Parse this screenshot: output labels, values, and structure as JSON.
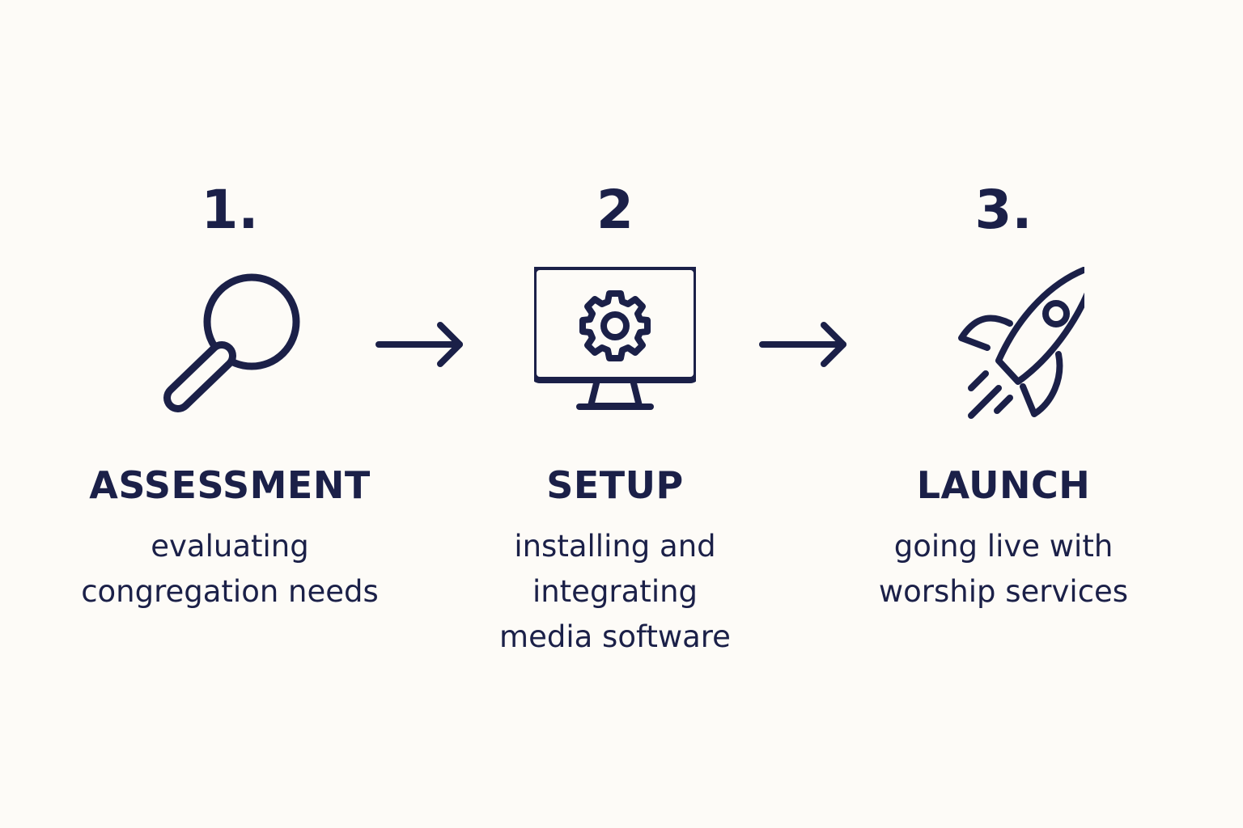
{
  "colors": {
    "background": "#fdfbf7",
    "ink": "#1b2048"
  },
  "steps": [
    {
      "number": "1.",
      "icon": "magnifying-glass-icon",
      "title": "ASSESSMENT",
      "description": [
        "evaluating",
        "congregation needs"
      ]
    },
    {
      "number": "2",
      "icon": "monitor-gear-icon",
      "title": "SETUP",
      "description": [
        "installing and",
        "integrating",
        "media software"
      ]
    },
    {
      "number": "3.",
      "icon": "rocket-icon",
      "title": "LAUNCH",
      "description": [
        "going live with",
        "worship services"
      ]
    }
  ],
  "connectors": [
    "arrow-right-icon",
    "arrow-right-icon"
  ]
}
